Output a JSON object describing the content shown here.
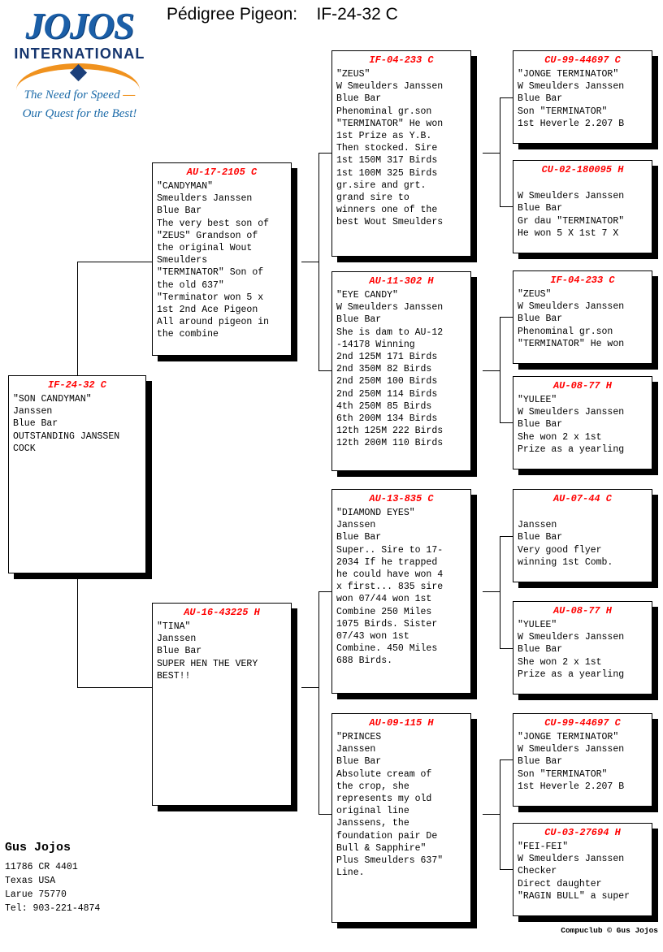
{
  "header": {
    "title": "Pédigree Pigeon:    IF-24-32 C",
    "logo": {
      "wordmark": "JOJOS",
      "subtitle": "INTERNATIONAL",
      "tagline_line1": "The Need for Speed",
      "tagline_dash": "—",
      "tagline_line2": "Our Quest for the Best!"
    }
  },
  "colors": {
    "ring_red": "#ff0000",
    "logo_blue": "#1b5fa8",
    "logo_navy": "#15356e",
    "logo_orange": "#f0921e",
    "box_border": "#000000",
    "box_shadow": "#000000"
  },
  "pedigree": {
    "subject": {
      "ring": "IF-24-32 C",
      "text": "\"SON CANDYMAN\"\nJanssen\nBlue Bar\nOUTSTANDING JANSSEN\nCOCK"
    },
    "gen2": [
      {
        "ring": "AU-17-2105 C",
        "text": "\"CANDYMAN\"\nSmeulders Janssen\nBlue Bar\nThe very best son of\n\"ZEUS\" Grandson of\nthe original Wout\nSmeulders\n\"TERMINATOR\" Son of\nthe old 637\"\n\"Terminator won 5 x\n1st 2nd Ace Pigeon\nAll around pigeon in\nthe combine"
      },
      {
        "ring": "AU-16-43225 H",
        "text": "\"TINA\"\nJanssen\nBlue Bar\nSUPER HEN THE VERY\nBEST!!"
      }
    ],
    "gen3": [
      {
        "ring": "IF-04-233 C",
        "text": "\"ZEUS\"\nW Smeulders Janssen\nBlue Bar\nPhenominal gr.son\n\"TERMINATOR\" He won\n1st Prize as Y.B.\nThen stocked. Sire\n1st 150M 317 Birds\n1st 100M 325 Birds\ngr.sire and grt.\ngrand sire to\nwinners one of the\nbest Wout Smeulders"
      },
      {
        "ring": "AU-11-302 H",
        "text": "\"EYE CANDY\"\nW Smeulders Janssen\nBlue Bar\nShe is dam to AU-12\n-14178 Winning\n2nd 125M 171 Birds\n2nd 350M 82 Birds\n2nd 250M 100 Birds\n2nd 250M 114 Birds\n4th 250M 85 Birds\n6th 200M 134 Birds\n12th 125M 222 Birds\n12th 200M 110 Birds"
      },
      {
        "ring": "AU-13-835 C",
        "text": "\"DIAMOND EYES\"\nJanssen\nBlue Bar\nSuper.. Sire to 17-\n2034 If he trapped\nhe could have won 4\nx first... 835 sire\nwon 07/44 won 1st\nCombine 250 Miles\n1075 Birds. Sister\n07/43 won 1st\nCombine. 450 Miles\n688 Birds."
      },
      {
        "ring": "AU-09-115 H",
        "text": "\"PRINCES\nJanssen\nBlue Bar\nAbsolute cream of\nthe crop, she\nrepresents my old\noriginal line\nJanssens, the\nfoundation pair De\nBull & Sapphire\"\nPlus Smeulders 637\"\nLine."
      }
    ],
    "gen4": [
      {
        "ring": "CU-99-44697 C",
        "text": "\"JONGE TERMINATOR\"\nW Smeulders Janssen\nBlue Bar\nSon \"TERMINATOR\"\n1st Heverle 2.207 B"
      },
      {
        "ring": "CU-02-180095 H",
        "text": "\nW Smeulders Janssen\nBlue Bar\nGr dau \"TERMINATOR\"\nHe won 5 X 1st 7 X"
      },
      {
        "ring": "IF-04-233 C",
        "text": "\"ZEUS\"\nW Smeulders Janssen\nBlue Bar\nPhenominal gr.son\n\"TERMINATOR\" He won"
      },
      {
        "ring": "AU-08-77 H",
        "text": "\"YULEE\"\nW Smeulders Janssen\nBlue Bar\nShe won 2 x 1st\nPrize as a yearling"
      },
      {
        "ring": "AU-07-44 C",
        "text": "\nJanssen\nBlue Bar\nVery good flyer\nwinning 1st Comb."
      },
      {
        "ring": "AU-08-77 H",
        "text": "\"YULEE\"\nW Smeulders Janssen\nBlue Bar\nShe won 2 x 1st\nPrize as a yearling"
      },
      {
        "ring": "CU-99-44697 C",
        "text": "\"JONGE TERMINATOR\"\nW Smeulders Janssen\nBlue Bar\nSon \"TERMINATOR\"\n1st Heverle 2.207 B"
      },
      {
        "ring": "CU-03-27694 H",
        "text": "\"FEI-FEI\"\nW Smeulders Janssen\nChecker\nDirect daughter\n\"RAGIN BULL\" a super"
      }
    ]
  },
  "footer": {
    "owner_name": "Gus Jojos",
    "address": "11786 CR 4401\nTexas USA\nLarue 75770\nTel: 903-221-4874",
    "credit": "Compuclub © Gus Jojos"
  }
}
